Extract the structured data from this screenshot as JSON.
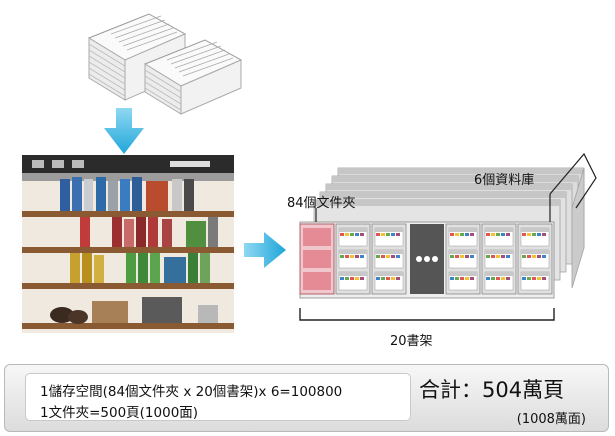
{
  "labels": {
    "databases": "6個資料庫",
    "folders": "84個文件夾",
    "shelves": "20書架"
  },
  "summary": {
    "line1": "1儲存空間(84個文件夾 x 20個書架)x 6=100800",
    "line2": "1文件夾=500頁(1000面)",
    "total": "合計：504萬頁",
    "total_sub": "(1008萬面)"
  },
  "colors": {
    "arrow": "#33b7e2",
    "cabinet": "#d9d9d9",
    "highlight_folder": "#e58b96"
  },
  "icons": [
    "paper-stack-icon",
    "down-arrow-icon",
    "right-arrow-icon",
    "bookshelf-window",
    "cabinet-row"
  ]
}
